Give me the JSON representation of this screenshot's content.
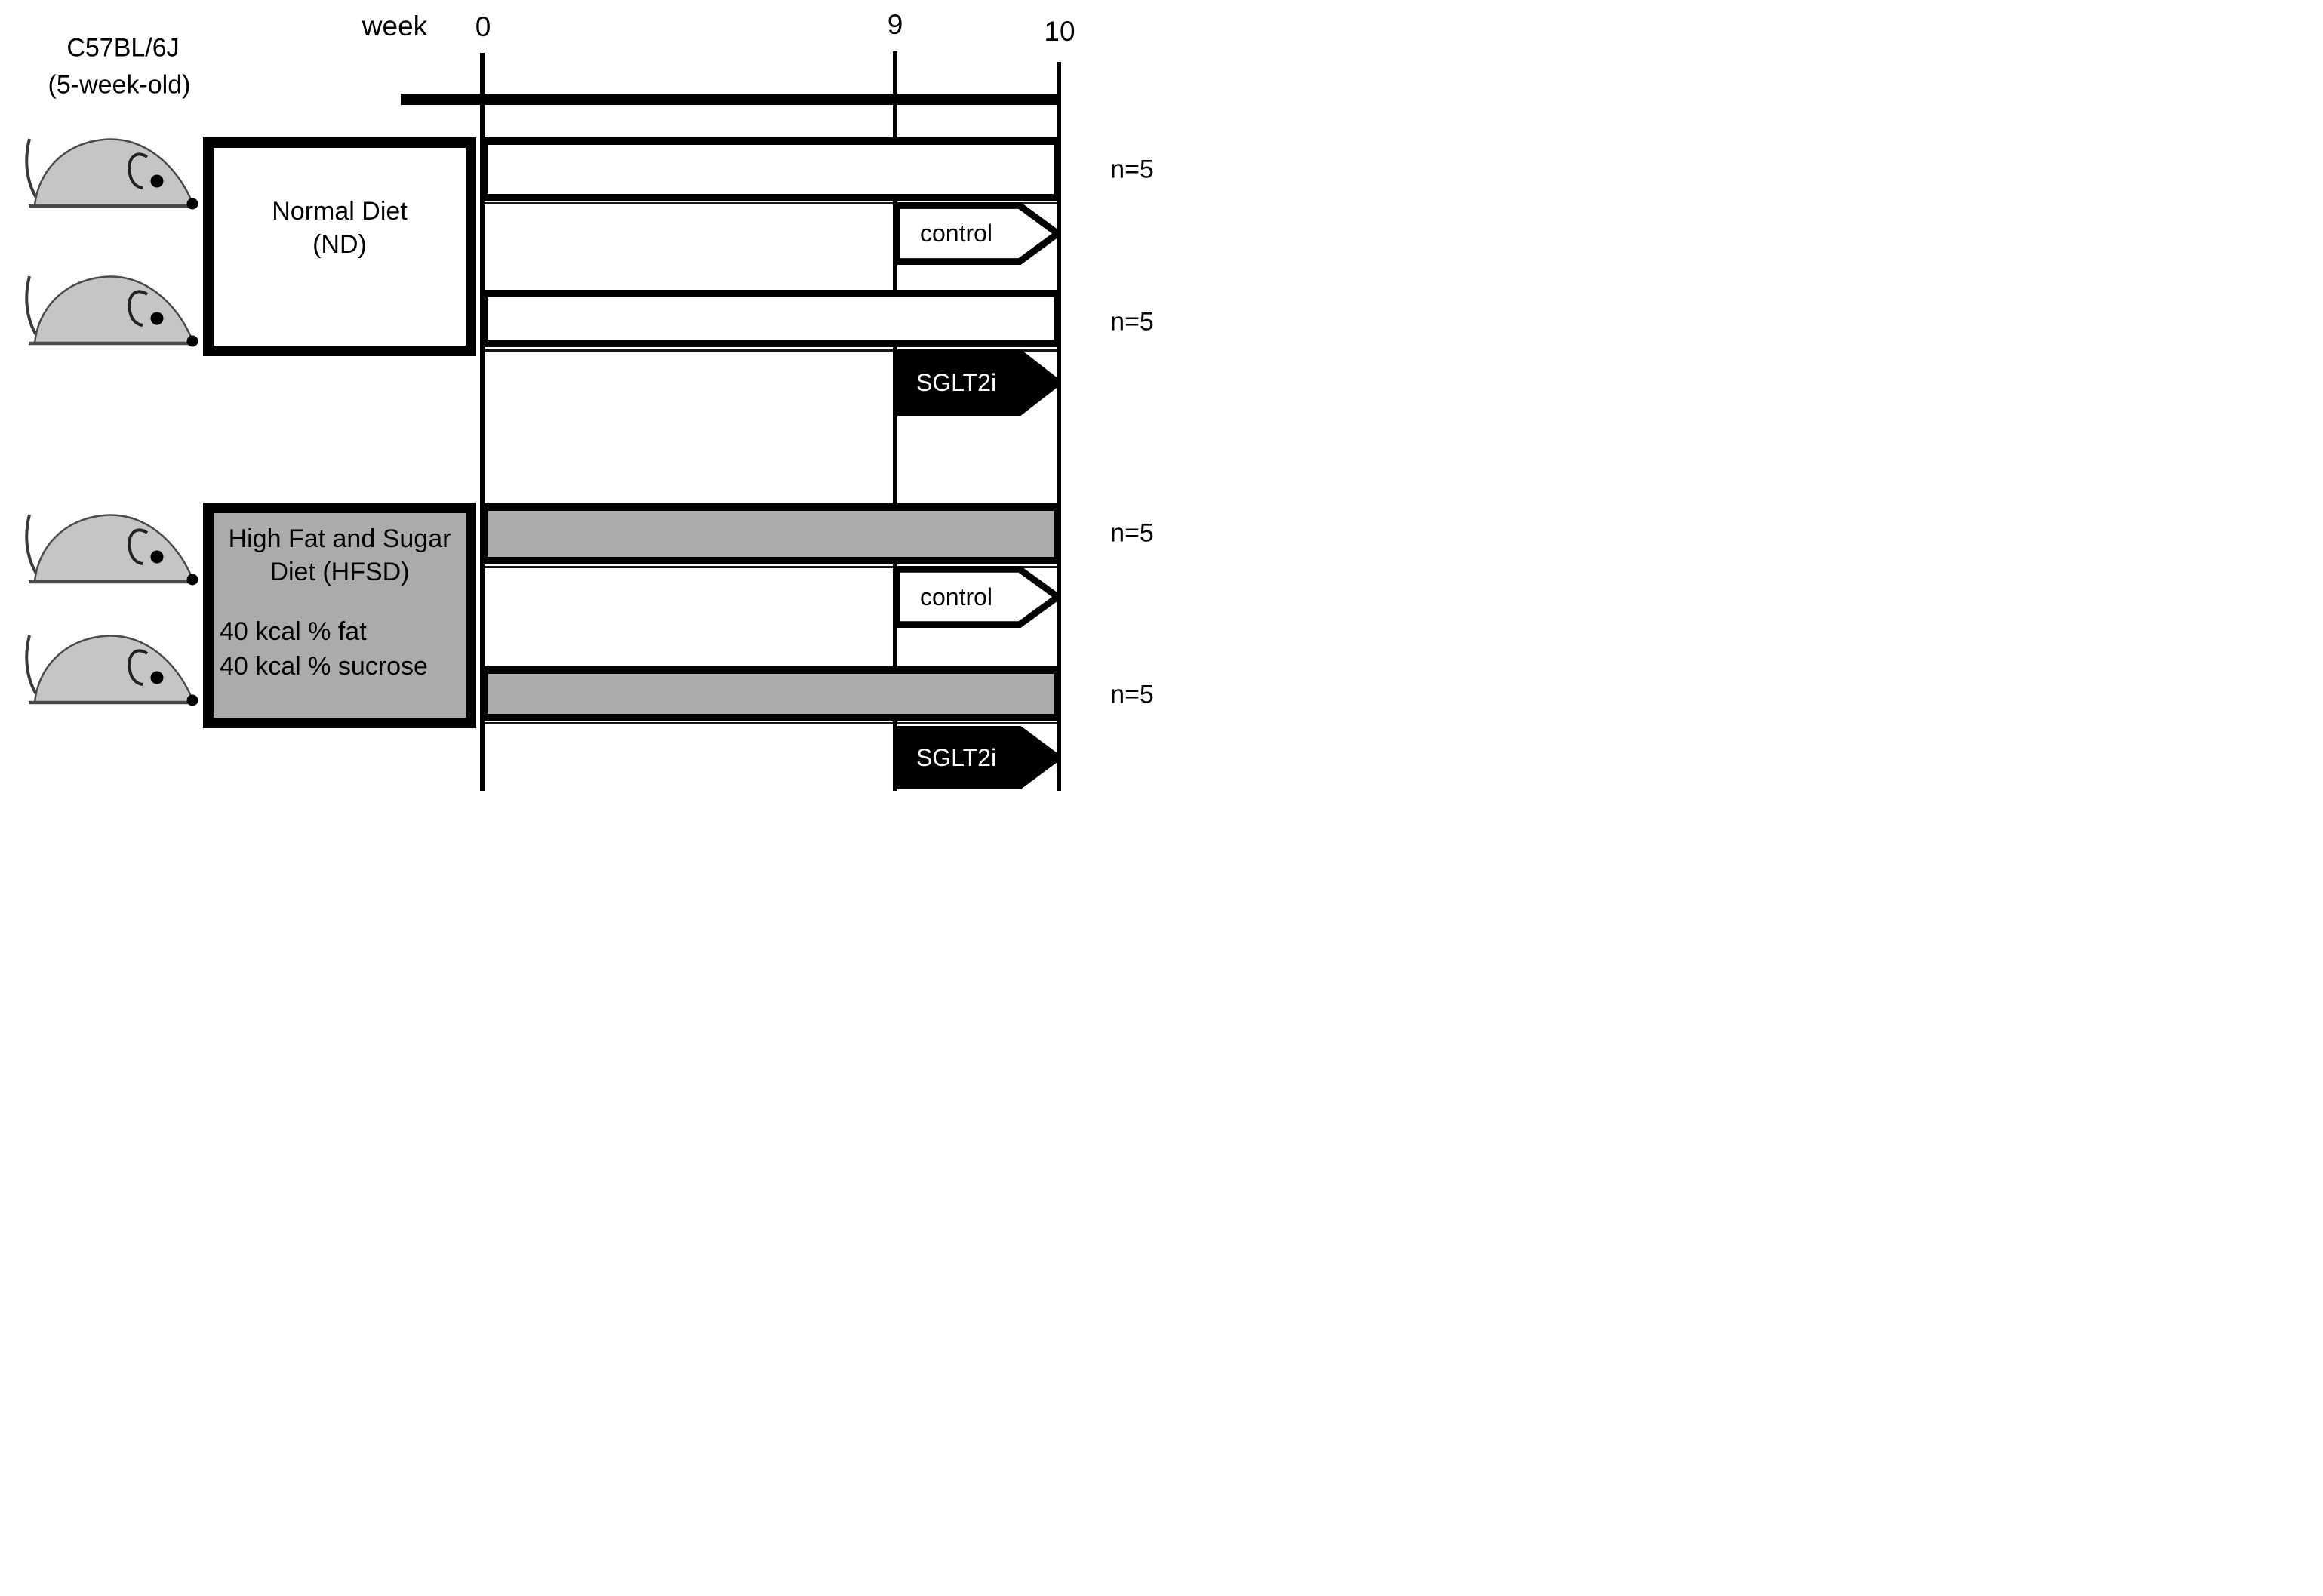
{
  "subject": {
    "strain": "C57BL/6J",
    "age": "(5-week-old)"
  },
  "axis": {
    "label": "week",
    "ticks": [
      "0",
      "9",
      "10"
    ]
  },
  "groups": {
    "nd": {
      "box_line1": "Normal Diet",
      "box_line2": "(ND)",
      "arms": {
        "control": {
          "treatment": "control",
          "n": "n=5"
        },
        "sglt2i": {
          "treatment": "SGLT2i",
          "n": "n=5"
        }
      }
    },
    "hfsd": {
      "box_line1": "High Fat and Sugar",
      "box_line2": "Diet (HFSD)",
      "detail_line1": "40 kcal % fat",
      "detail_line2": "40 kcal % sucrose",
      "arms": {
        "control": {
          "treatment": "control",
          "n": "n=5"
        },
        "sglt2i": {
          "treatment": "SGLT2i",
          "n": "n=5"
        }
      }
    }
  },
  "colors": {
    "diet_gray": "#ababab",
    "mouse_gray": "#c5c5c5",
    "line_black": "#000000"
  }
}
